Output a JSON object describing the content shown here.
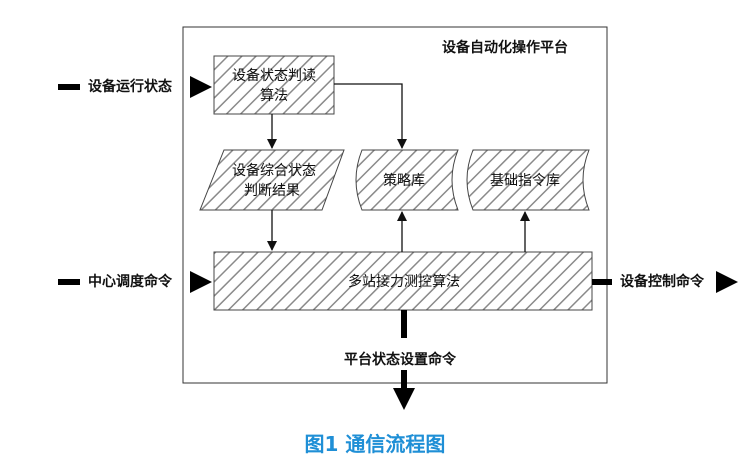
{
  "platform": {
    "title": "设备自动化操作平台"
  },
  "inputs": {
    "device_status": "设备运行状态",
    "center_command": "中心调度命令"
  },
  "outputs": {
    "device_control": "设备控制命令",
    "platform_setting": "平台状态设置命令"
  },
  "nodes": {
    "state_read_line1": "设备状态判读",
    "state_read_line2": "算法",
    "composite_result_line1": "设备综合状态",
    "composite_result_line2": "判断结果",
    "strategy_lib": "策略库",
    "base_instruction_lib": "基础指令库",
    "relay_algo": "多站接力测控算法"
  },
  "caption": "图1 通信流程图"
}
